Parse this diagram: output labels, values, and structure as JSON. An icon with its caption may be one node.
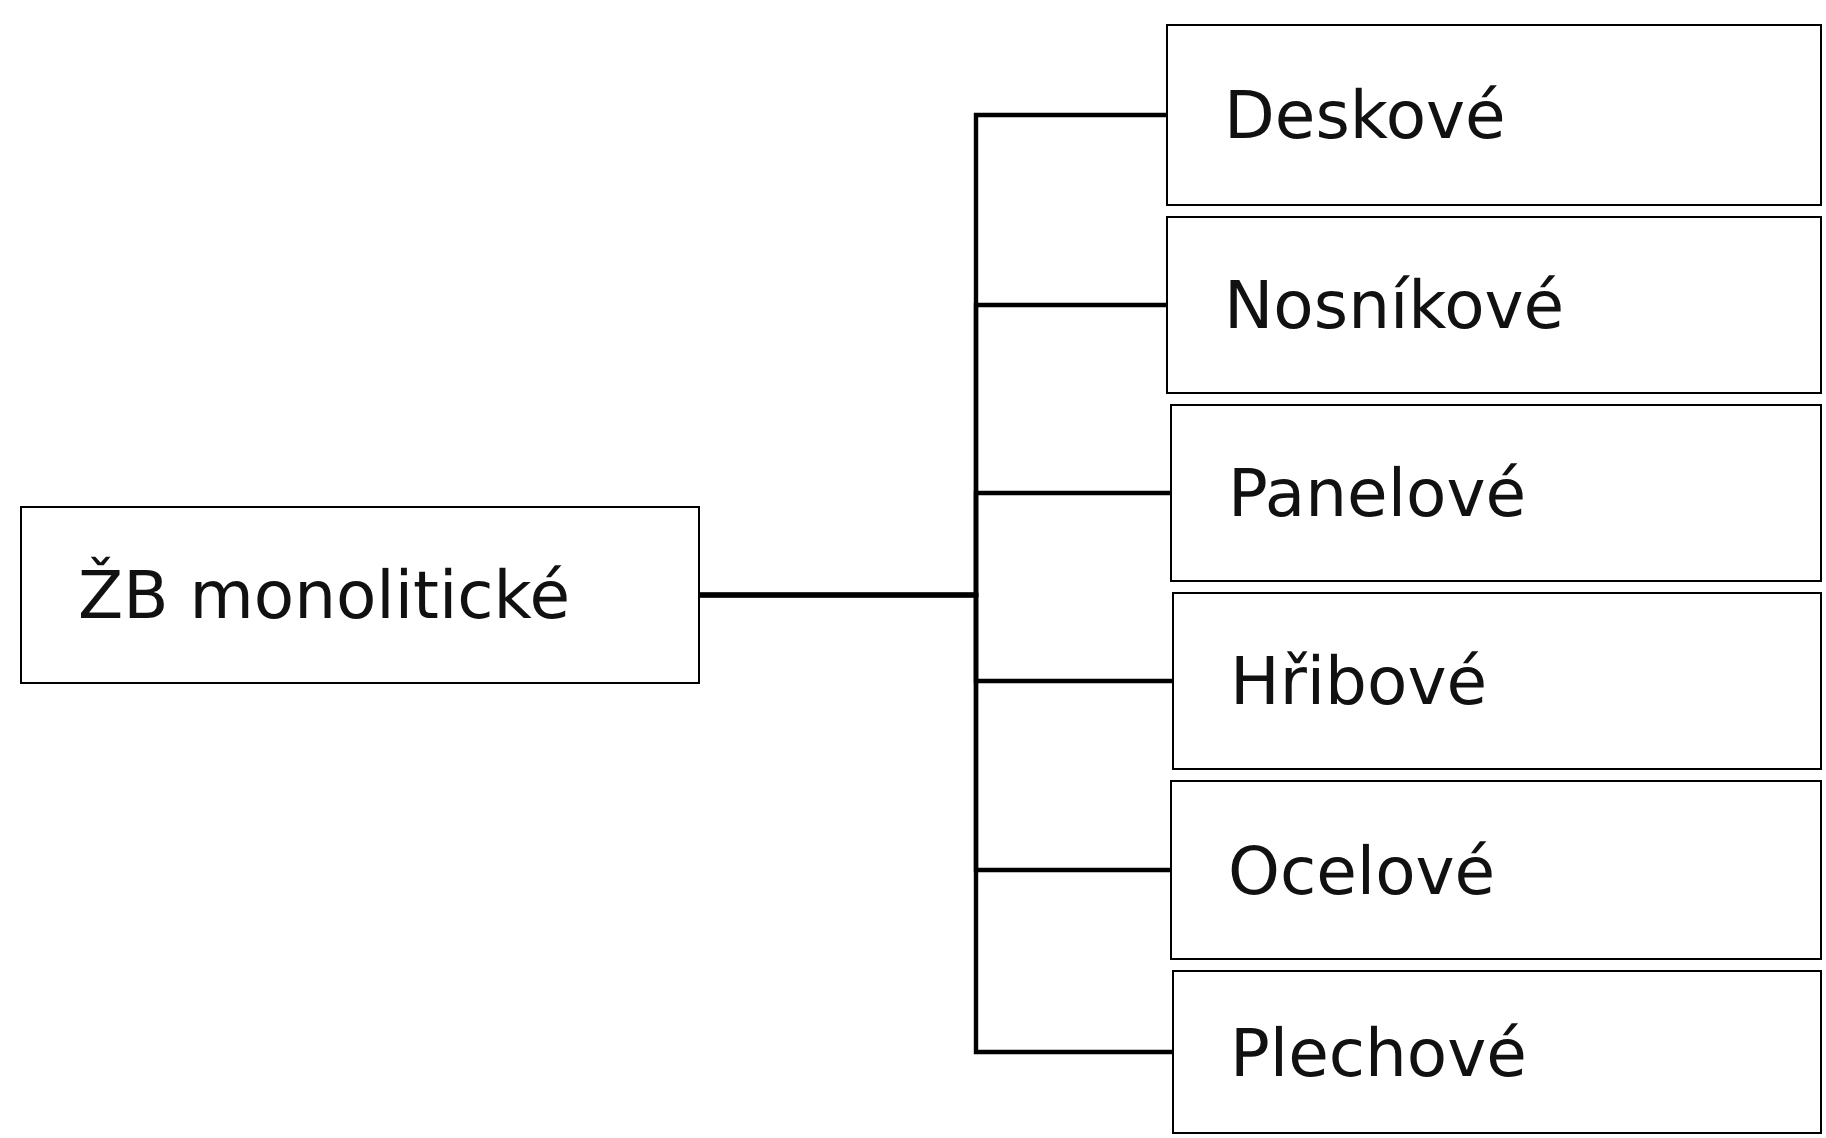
{
  "diagram": {
    "nodes": [
      {
        "text": [
          "ŽB monolitické"
        ]
      },
      {
        "text": [
          "Deskové"
        ]
      },
      {
        "text": [
          "Nosníkové"
        ]
      },
      {
        "text": [
          "Panelové"
        ]
      },
      {
        "text": [
          "Hřibové"
        ]
      },
      {
        "text": [
          "Ocelové"
        ]
      },
      {
        "text": [
          "Plechové"
        ]
      }
    ],
    "edges": [
      {
        "from": 0,
        "to": 1,
        "arrow": "none"
      },
      {
        "from": 0,
        "to": 2,
        "arrow": "none"
      },
      {
        "from": 0,
        "to": 3,
        "arrow": "none"
      },
      {
        "from": 0,
        "to": 4,
        "arrow": "none"
      },
      {
        "from": 0,
        "to": 5,
        "arrow": "none"
      },
      {
        "from": 0,
        "to": 6,
        "arrow": "none"
      }
    ]
  }
}
